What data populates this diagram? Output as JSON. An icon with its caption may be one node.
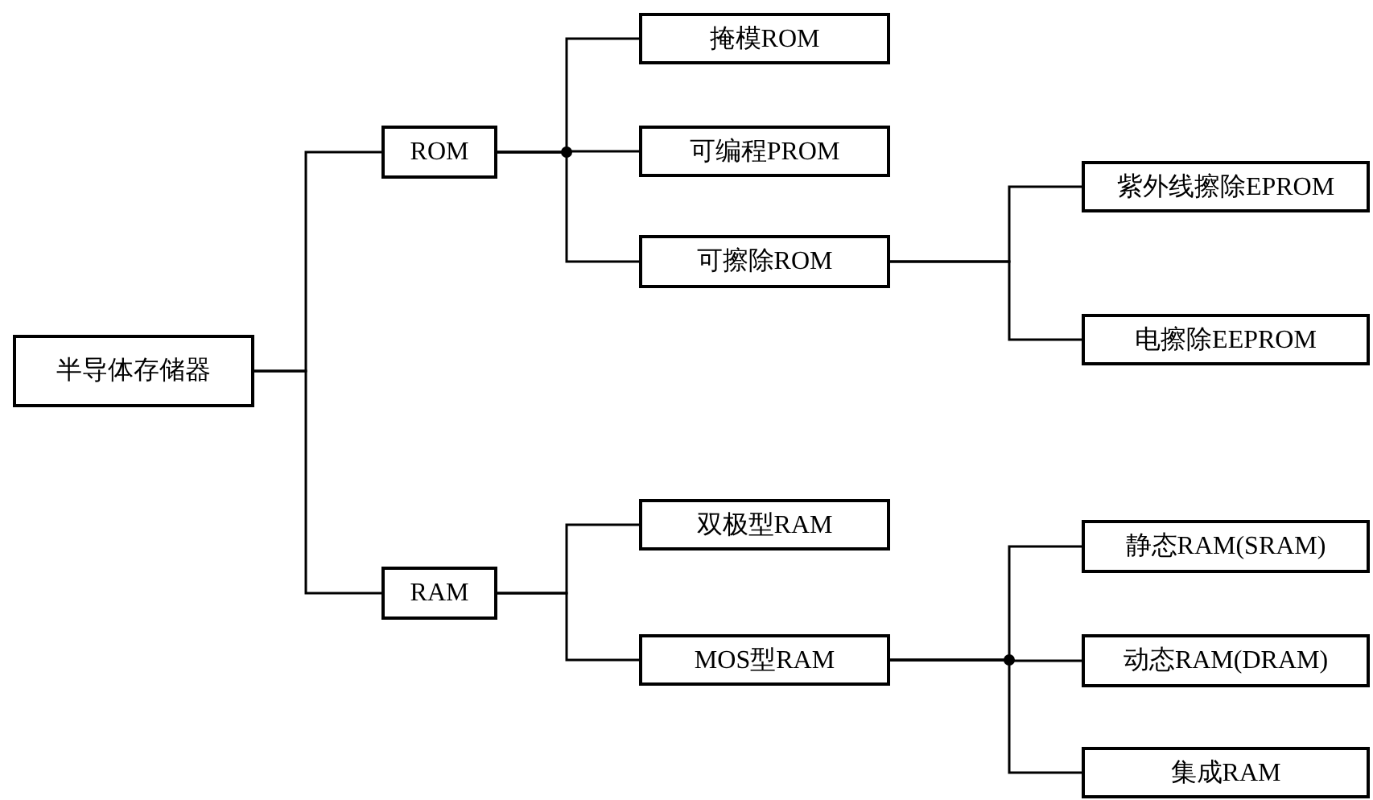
{
  "diagram": {
    "nodes": [
      {
        "text": [
          "半导体存储器"
        ]
      },
      {
        "text": [
          "ROM"
        ]
      },
      {
        "text": [
          "掩模ROM"
        ]
      },
      {
        "text": [
          "可编程PROM"
        ]
      },
      {
        "text": [
          "可擦除ROM"
        ]
      },
      {
        "text": [
          "紫外线擦除EPROM"
        ]
      },
      {
        "text": [
          "电擦除EEPROM"
        ]
      },
      {
        "text": [
          "RAM"
        ]
      },
      {
        "text": [
          "双极型RAM"
        ]
      },
      {
        "text": [
          "MOS型RAM"
        ]
      },
      {
        "text": [
          "静态RAM(SRAM)"
        ]
      },
      {
        "text": [
          "动态RAM(DRAM)"
        ]
      },
      {
        "text": [
          "集成RAM"
        ]
      }
    ],
    "edges": [
      {
        "from": 0,
        "to": 1,
        "arrow": "none"
      },
      {
        "from": 0,
        "to": 7,
        "arrow": "none"
      },
      {
        "from": 1,
        "to": 2,
        "arrow": "none"
      },
      {
        "from": 1,
        "to": 3,
        "arrow": "none"
      },
      {
        "from": 1,
        "to": 4,
        "arrow": "none"
      },
      {
        "from": 4,
        "to": 5,
        "arrow": "none"
      },
      {
        "from": 4,
        "to": 6,
        "arrow": "none"
      },
      {
        "from": 7,
        "to": 8,
        "arrow": "none"
      },
      {
        "from": 7,
        "to": 9,
        "arrow": "none"
      },
      {
        "from": 9,
        "to": 10,
        "arrow": "none"
      },
      {
        "from": 9,
        "to": 11,
        "arrow": "none"
      },
      {
        "from": 9,
        "to": 12,
        "arrow": "none"
      }
    ]
  }
}
